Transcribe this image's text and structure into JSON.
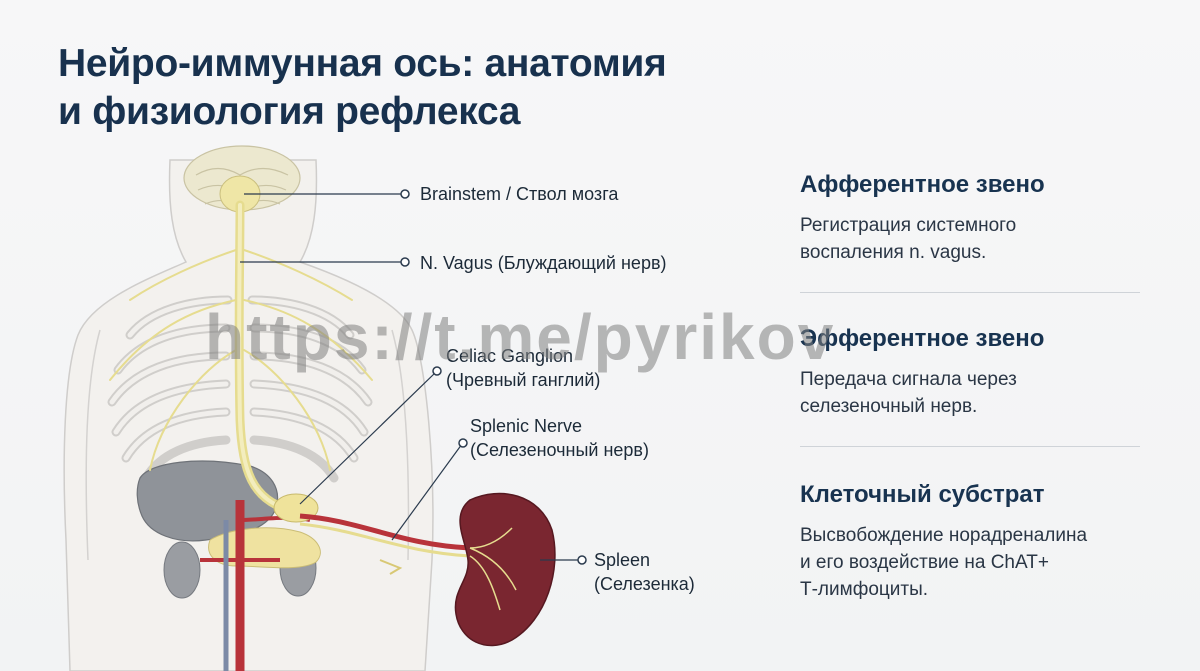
{
  "title": {
    "line1": "Нейро-иммунная ось: анатомия",
    "line2": "и физиология рефлекса"
  },
  "callouts": {
    "brainstem": "Brainstem / Ствол мозга",
    "vagus": "N. Vagus (Блуждающий нерв)",
    "celiac_line1": "Celiac Ganglion",
    "celiac_line2": "(Чревный ганглий)",
    "splenic_line1": "Splenic Nerve",
    "splenic_line2": "(Селезеночный нерв)",
    "spleen_line1": "Spleen",
    "spleen_line2": "(Селезенка)"
  },
  "sections": [
    {
      "heading": "Афферентное звено",
      "line1": "Регистрация системного",
      "line2": "воспаления n. vagus.",
      "line3": ""
    },
    {
      "heading": "Эфферентное звено",
      "line1": "Передача сигнала через",
      "line2": "селезеночный нерв.",
      "line3": ""
    },
    {
      "heading": "Клеточный субстрат",
      "line1": "Высвобождение норадреналина",
      "line2": "и его воздействие на ChAT+",
      "line3": "Т-лимфоциты."
    }
  ],
  "watermark": "https://t.me/pyrikov",
  "colors": {
    "title": "#18314e",
    "nerve": "#e9e2a2",
    "spleen": "#7a2630",
    "liver": "#8e9298",
    "vessel": "#b8333a"
  }
}
